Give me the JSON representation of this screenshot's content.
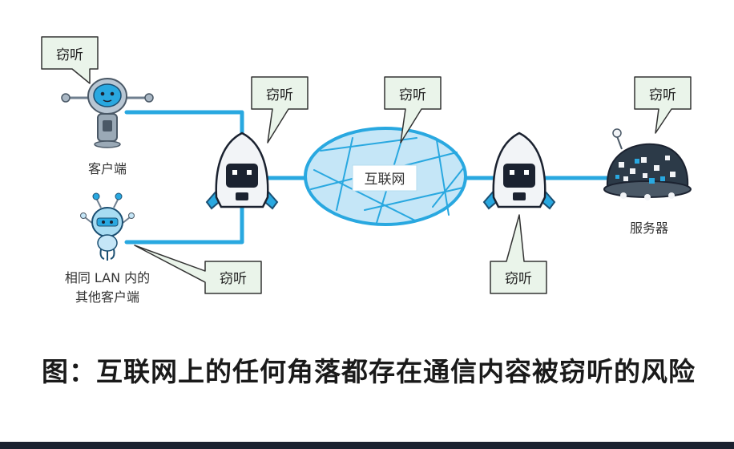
{
  "bubbles": {
    "client": "窃听",
    "router_left": "窃听",
    "internet": "窃听",
    "server": "窃听",
    "lan": "窃听",
    "router_right": "窃听"
  },
  "labels": {
    "client": "客户端",
    "lan_line1": "相同 LAN 内的",
    "lan_line2": "其他客户端",
    "internet": "互联网",
    "server": "服务器"
  },
  "caption": "图：互联网上的任何角落都存在通信内容被窃听的风险",
  "colors": {
    "line": "#29a8e0",
    "bubble_fill": "#eaf4ea",
    "cloud_fill": "#c5e6f7"
  }
}
